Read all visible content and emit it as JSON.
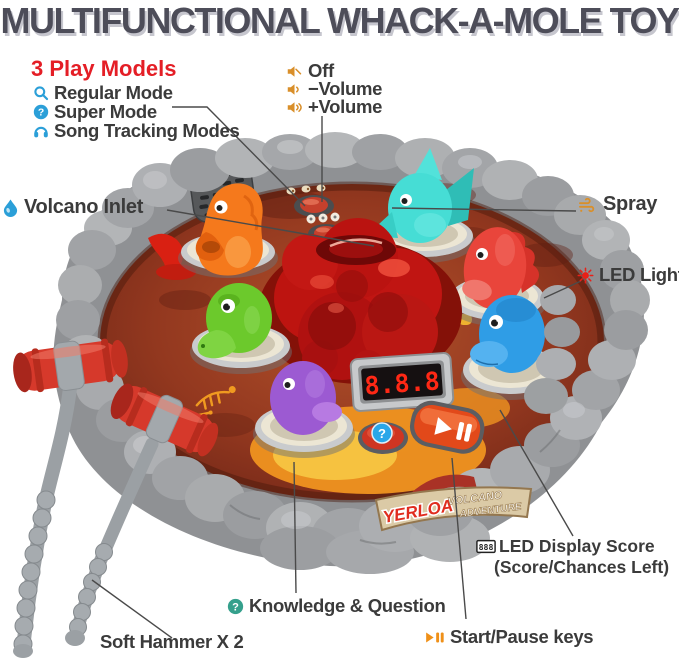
{
  "title": "MULTIFUNCTIONAL WHACK-A-MOLE TOY",
  "play_models": {
    "heading": "3 Play Models",
    "items": [
      {
        "icon": "magnifier-icon",
        "label": "Regular Mode"
      },
      {
        "icon": "question-circle-icon",
        "label": "Super Mode"
      },
      {
        "icon": "headphones-icon",
        "label": "Song Tracking Modes"
      }
    ]
  },
  "sound_controls": {
    "items": [
      {
        "icon": "speaker-off-icon",
        "label": "Off"
      },
      {
        "icon": "speaker-low-icon",
        "label": "−Volume"
      },
      {
        "icon": "speaker-high-icon",
        "label": "+Volume"
      }
    ]
  },
  "callouts": {
    "volcano_inlet": "Volcano Inlet",
    "spray": "Spray",
    "led_lights": "LED Lights",
    "led_display_icon": "888",
    "led_display_score_line1": "LED Display Score",
    "led_display_score_line2": "(Score/Chances Left)",
    "knowledge_question": "Knowledge & Question",
    "start_pause": "Start/Pause keys",
    "soft_hammer": "Soft Hammer X 2"
  },
  "toy": {
    "brand": "YERLOA",
    "logo_line1": "VOLCANO",
    "logo_line2": "ADVENTURE",
    "display_digits": "8.8.8"
  },
  "icons": {
    "question_glyph": "?"
  },
  "colors": {
    "title": "#4d4d59",
    "heading_red": "#e41e26",
    "label_text": "#3b3b3b",
    "icon_blue": "#2b9fd8",
    "icon_orange": "#d98f2a",
    "icon_teal": "#35a08c",
    "icon_red": "#e82018",
    "lava_red": "#c01512",
    "rock_gray": "#a6a8ab",
    "leader_line": "#4a4a4a"
  }
}
